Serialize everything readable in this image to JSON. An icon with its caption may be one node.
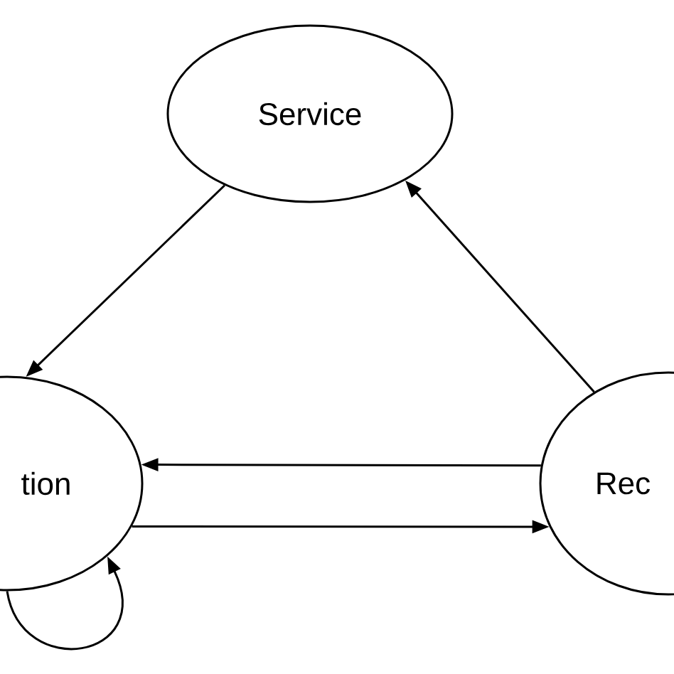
{
  "diagram": {
    "nodes": [
      {
        "text": [
          "Service"
        ]
      },
      {
        "text": [
          "tion"
        ]
      },
      {
        "text": [
          "Rec"
        ]
      }
    ],
    "edges": [
      {
        "from": 0,
        "to": 1,
        "arrow": "to"
      },
      {
        "from": 2,
        "to": 0,
        "arrow": "to"
      },
      {
        "from": 2,
        "to": 1,
        "arrow": "to"
      },
      {
        "from": 1,
        "to": 2,
        "arrow": "to"
      },
      {
        "from": 1,
        "to": 1,
        "arrow": "to"
      }
    ]
  }
}
